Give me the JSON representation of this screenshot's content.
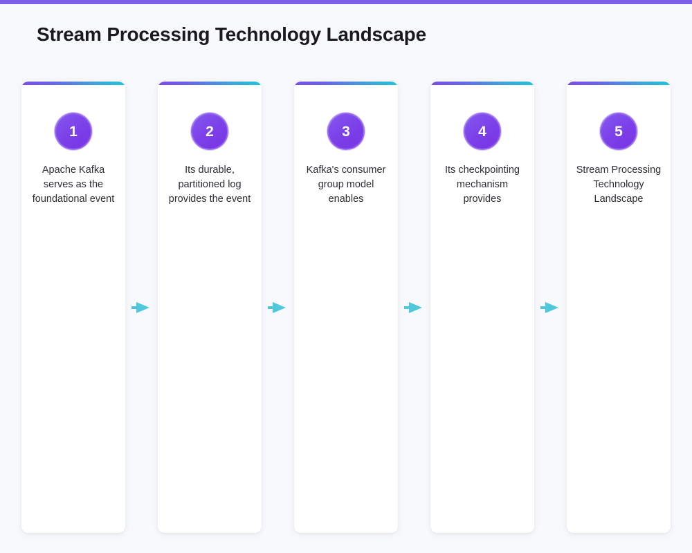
{
  "page": {
    "title": "Stream Processing Technology Landscape",
    "background_color": "#f8f9fc",
    "accent_bar_color": "#7c5ce8"
  },
  "theme": {
    "gradient_start": "#7c4de8",
    "gradient_end": "#22c3d6",
    "badge_color": "#7b3fe8",
    "arrow_color": "#4fc8dc",
    "card_background": "#ffffff",
    "text_color": "#2c2c33"
  },
  "flow": {
    "arrow_icon": "arrow-right-icon",
    "steps": [
      {
        "number": "1",
        "text": "Apache Kafka serves as the foundational event"
      },
      {
        "number": "2",
        "text": "Its durable, partitioned log provides the event"
      },
      {
        "number": "3",
        "text": "Kafka's consumer group model enables"
      },
      {
        "number": "4",
        "text": "Its checkpointing mechanism provides"
      },
      {
        "number": "5",
        "text": "Stream Processing Technology Landscape"
      }
    ]
  }
}
